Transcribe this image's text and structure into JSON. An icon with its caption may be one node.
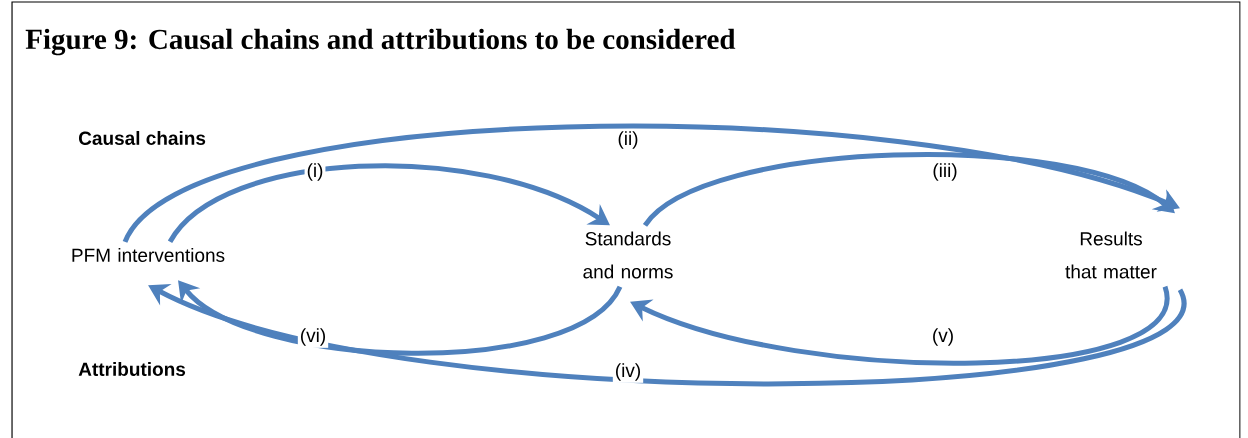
{
  "diagram": {
    "title": "Figure 9: Causal chains and attributions to be considered",
    "nodes": [
      {
        "text": [
          "PFM interventions"
        ]
      },
      {
        "text": [
          "Standards and norms"
        ]
      },
      {
        "text": [
          "Results that matter"
        ]
      }
    ],
    "edges": [
      {
        "from": 0,
        "to": 1,
        "arrow": "to",
        "label": "(i)"
      },
      {
        "from": 0,
        "to": 2,
        "arrow": "to",
        "label": "(ii)"
      },
      {
        "from": 1,
        "to": 2,
        "arrow": "to",
        "label": "(iii)"
      },
      {
        "from": 2,
        "to": 0,
        "arrow": "to",
        "label": "(iv)"
      },
      {
        "from": 2,
        "to": 1,
        "arrow": "to",
        "label": "(v)"
      },
      {
        "from": 1,
        "to": 0,
        "arrow": "to",
        "label": "(vi)"
      }
    ],
    "labels": [
      "Causal chains",
      "Attributions"
    ]
  }
}
